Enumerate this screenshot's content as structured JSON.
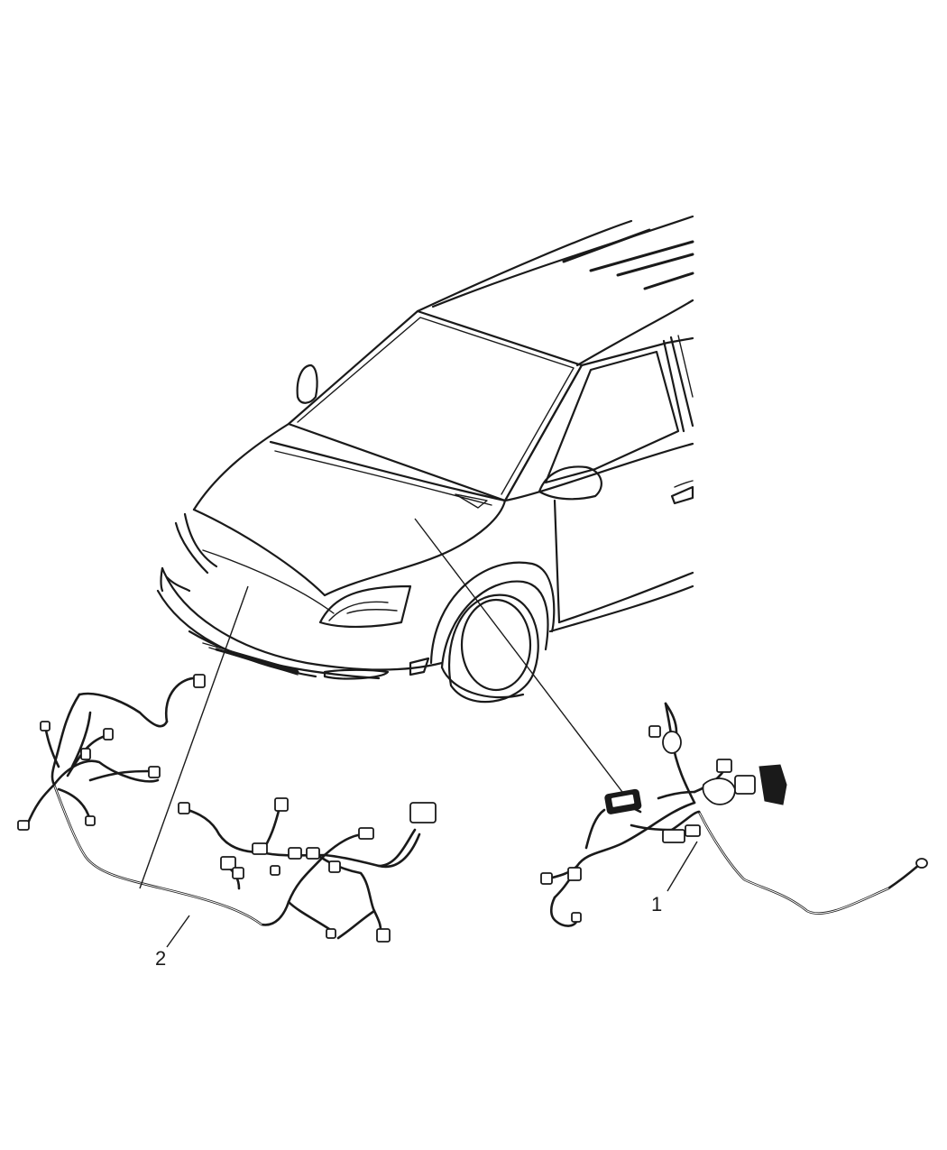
{
  "diagram": {
    "callouts": [
      {
        "id": "callout-1",
        "label": "1"
      },
      {
        "id": "callout-2",
        "label": "2"
      }
    ]
  }
}
